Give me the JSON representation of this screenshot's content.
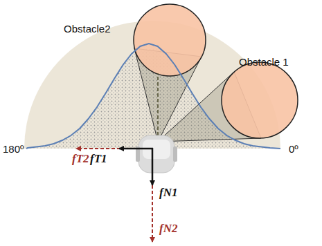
{
  "diagram": {
    "labels": [
      "Obstacle2",
      "Obstacle 1",
      "180º",
      "0º",
      "fT2",
      "fT1",
      "fN1",
      "fN2"
    ]
  }
}
